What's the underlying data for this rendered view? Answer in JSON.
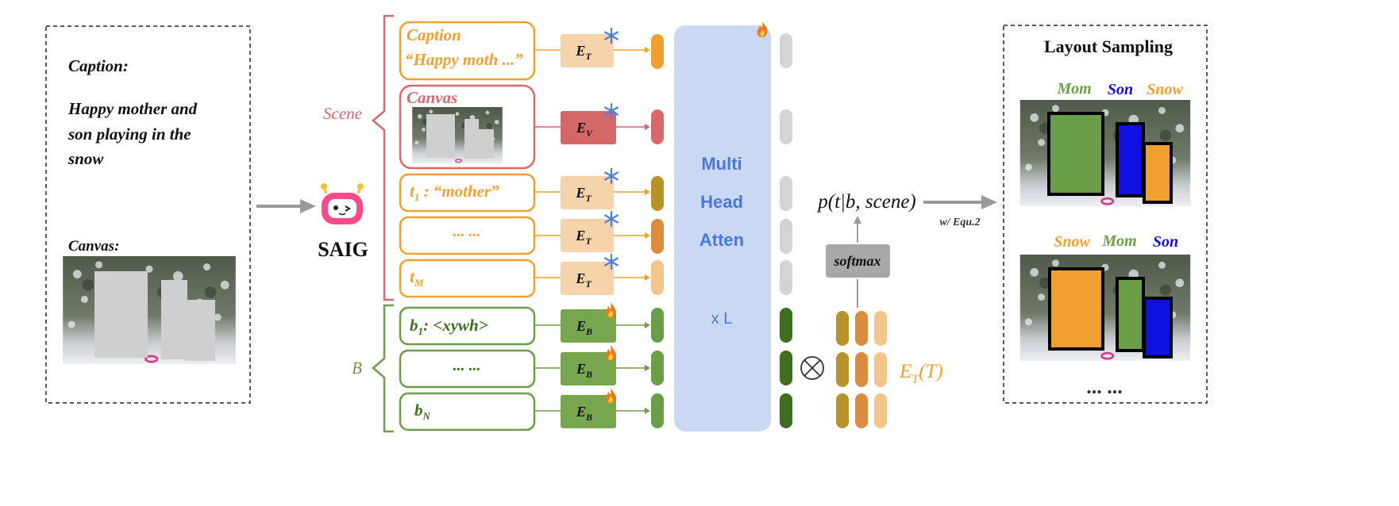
{
  "input_panel": {
    "caption_label": "Caption:",
    "caption_lines": [
      "Happy mother and",
      "son playing in the",
      "snow"
    ],
    "canvas_label": "Canvas:"
  },
  "saig": {
    "label": "SAIG"
  },
  "scene_label": "Scene",
  "b_label": "B",
  "rows": {
    "caption": {
      "title": "Caption",
      "text": "“Happy moth ...”",
      "encoder": "E",
      "encoder_sub": "T"
    },
    "canvas": {
      "title": "Canvas",
      "encoder": "E",
      "encoder_sub": "V"
    },
    "t1": {
      "text_main": "t",
      "text_sub": "1",
      "text_rest": " : “mother”",
      "encoder": "E",
      "encoder_sub": "T"
    },
    "tdots": {
      "text": "... ...",
      "encoder": "E",
      "encoder_sub": "T"
    },
    "tM": {
      "text_main": "t",
      "text_sub": "M",
      "encoder": "E",
      "encoder_sub": "T"
    },
    "b1": {
      "text_main": "b",
      "text_sub": "1",
      "text_rest": ": <xywh>",
      "encoder": "E",
      "encoder_sub": "B"
    },
    "bdots": {
      "text": "... ...",
      "encoder": "E",
      "encoder_sub": "B"
    },
    "bN": {
      "text_main": "b",
      "text_sub": "N",
      "encoder": "E",
      "encoder_sub": "B"
    }
  },
  "attention": {
    "line1": "Multi",
    "line2": "Head",
    "line3": "Atten",
    "repeat": "x L"
  },
  "probability": {
    "text": "p(t|b, scene)",
    "note": "w/ Equ.2"
  },
  "softmax": {
    "label": "softmax"
  },
  "otimes": "⊗",
  "et_label": {
    "main": "E",
    "sub": "T",
    "rest": "(T)"
  },
  "output_panel": {
    "title": "Layout Sampling",
    "sample1_labels": [
      "Mom",
      "Son",
      "Snow"
    ],
    "sample2_labels": [
      "Snow",
      "Mom",
      "Son"
    ],
    "ellipsis": "... ..."
  },
  "colors": {
    "orange": "#f0a030",
    "red": "#d9686a",
    "green": "#6a9e48",
    "dark_green": "#3e6e22",
    "blue_panel": "#c9d9f4",
    "blue_text": "#4a78d8",
    "gray_token": "#d4d4d4",
    "encoder_t": "#f6d3aa",
    "encoder_v": "#d46866",
    "encoder_b": "#76a64e",
    "snow_blue": "#1010e0"
  },
  "icons": [
    "snowflake-icon",
    "fire-icon",
    "robot-icon",
    "right-arrow-icon",
    "up-arrow-icon"
  ]
}
